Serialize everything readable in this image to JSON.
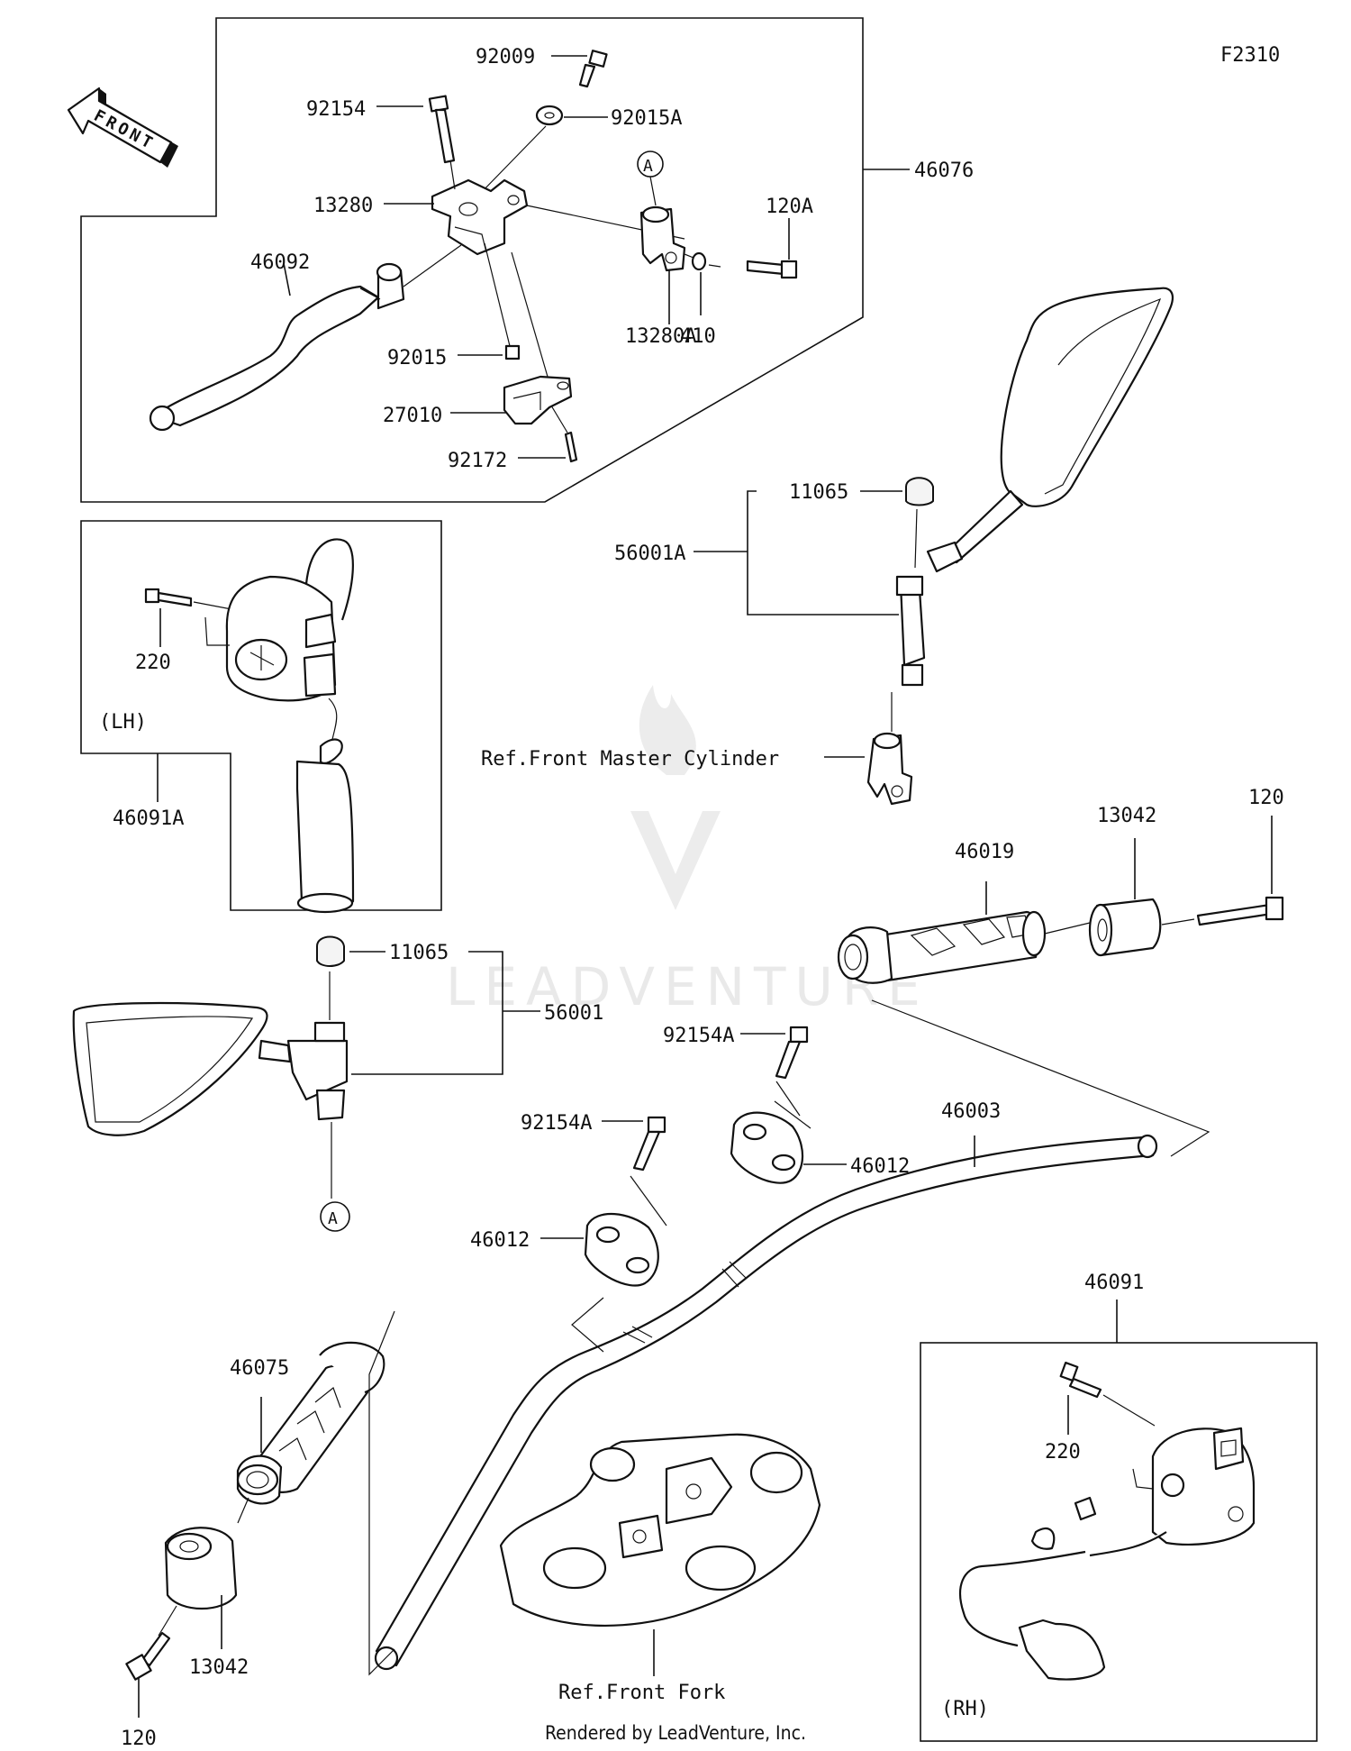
{
  "figure_code": "F2310",
  "front_label": "FRONT",
  "footer": "Rendered by LeadVenture, Inc.",
  "watermark": "LEADVENTURE",
  "side_labels": {
    "lh": "(LH)",
    "rh": "(RH)"
  },
  "callouts": {
    "a": "A"
  },
  "refs": {
    "master_cylinder": "Ref.Front Master Cylinder",
    "front_fork": "Ref.Front Fork"
  },
  "parts": {
    "p92009": "92009",
    "p92154": "92154",
    "p92015A": "92015A",
    "p46076": "46076",
    "p13280": "13280",
    "p120A": "120A",
    "p46092": "46092",
    "p410": "410",
    "p13280A": "13280A",
    "p92015": "92015",
    "p27010": "27010",
    "p92172": "92172",
    "p11065_top": "11065",
    "p56001A": "56001A",
    "p220_lh": "220",
    "p46091A": "46091A",
    "p13042_top": "13042",
    "p120_top": "120",
    "p46019": "46019",
    "p11065_left": "11065",
    "p56001": "56001",
    "p92154A_top": "92154A",
    "p46003": "46003",
    "p92154A_left": "92154A",
    "p46012_right": "46012",
    "p46012_left": "46012",
    "p46091": "46091",
    "p46075": "46075",
    "p220_rh": "220",
    "p13042_bottom": "13042",
    "p120_bottom": "120"
  }
}
